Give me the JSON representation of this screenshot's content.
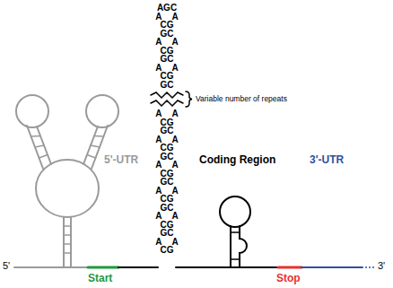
{
  "diagram": {
    "labels": [
      "5'-UTR",
      "Coding Region",
      "3'-UTR",
      "5'",
      "Start",
      "Stop",
      "3'",
      "Variable number of repeats",
      "AGC",
      "A A",
      "CG",
      "GC",
      "A A",
      "CG",
      "GC",
      "A A",
      "CG",
      "GC",
      "A A",
      "CG",
      "GC",
      "A A",
      "CG",
      "GC",
      "A A",
      "CG",
      "GC",
      "A A",
      "CG",
      "GC",
      "A A",
      "CG",
      "GC",
      "A A",
      "CG"
    ]
  }
}
